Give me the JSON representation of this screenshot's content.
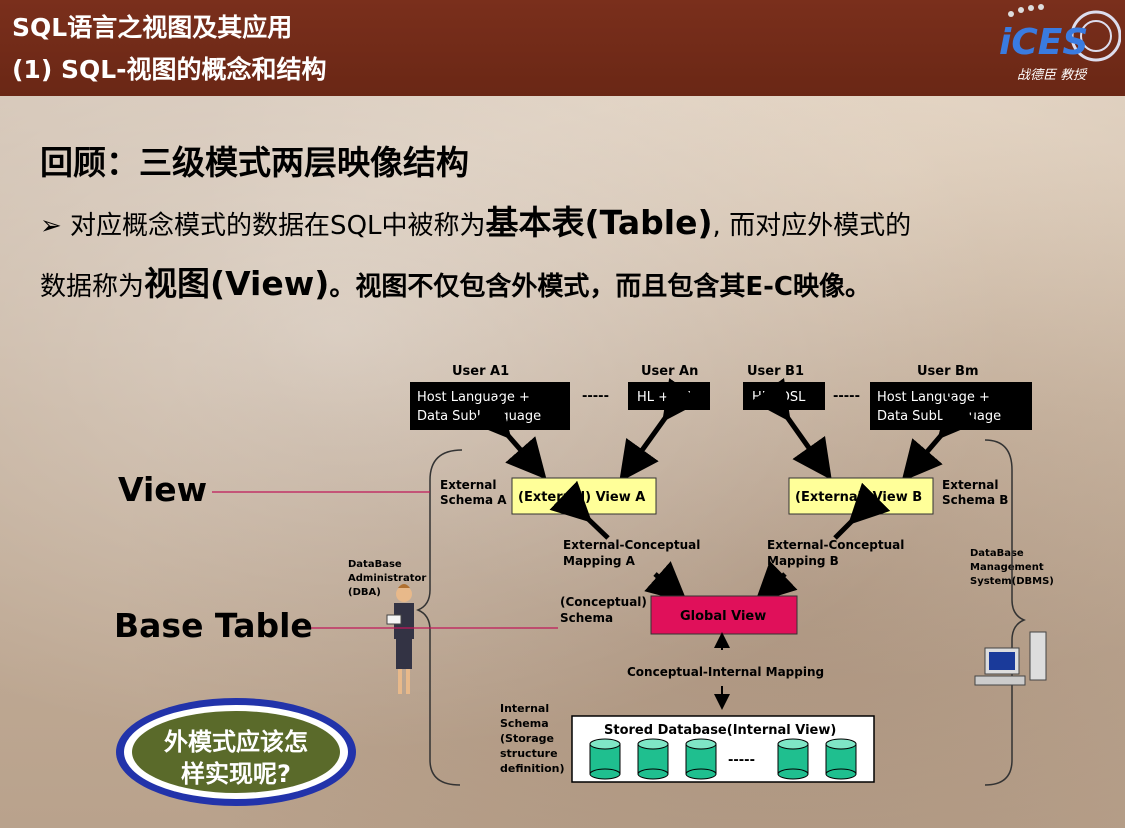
{
  "header": {
    "line1": "SQL语言之视图及其应用",
    "line2": "(1) SQL-视图的概念和结构",
    "logo_text": "iCES",
    "author": "战德臣 教授"
  },
  "title": "回顾：三级模式两层映像结构",
  "para1": {
    "bullet": "➢",
    "a": " 对应概念模式的数据在SQL中被称为",
    "b": "基本表(Table)",
    "c": ", 而对应外模式的"
  },
  "para2": {
    "a": "数据称为",
    "b": "视图(View)",
    "c": "。视图不仅包含外模式，而且包含其E-C映像。"
  },
  "labels": {
    "view": "View",
    "base": "Base Table"
  },
  "oval": {
    "line1": "外模式应该怎",
    "line2": "样实现呢?"
  },
  "diagram": {
    "user_a1": "User A1",
    "user_an": "User An",
    "user_b1": "User B1",
    "user_bm": "User Bm",
    "host_a1_l1": "Host Language +",
    "host_a1_l2": "Data SubLanguage",
    "hl_an": "HL +DSL",
    "hl_b1": "HL+DSL",
    "host_bm_l1": "Host Language +",
    "host_bm_l2": "Data SubLanguage",
    "dashes_top1": "-----",
    "dashes_top2": "-----",
    "ext_schema_a_l1": "External",
    "ext_schema_a_l2": "Schema  A",
    "ext_schema_b_l1": "External",
    "ext_schema_b_l2": "Schema  B",
    "view_a": "(External) View  A",
    "view_b": "(External) View  B",
    "ec_map_a_l1": "External-Conceptual",
    "ec_map_a_l2": "Mapping A",
    "ec_map_b_l1": "External-Conceptual",
    "ec_map_b_l2": "Mapping B",
    "dba_l1": "DataBase",
    "dba_l2": "Administrator",
    "dba_l3": "(DBA)",
    "dbms_l1": "DataBase",
    "dbms_l2": "Management",
    "dbms_l3": "System(DBMS)",
    "concept_schema_l1": "(Conceptual)",
    "concept_schema_l2": "Schema",
    "global_view": "Global View",
    "ci_map": "Conceptual-Internal Mapping",
    "internal_l1": "Internal",
    "internal_l2": "Schema",
    "internal_l3": "(Storage",
    "internal_l4": "structure",
    "internal_l5": "definition)",
    "stored_db": "Stored Database(Internal View)",
    "dashes_db": "-----"
  },
  "colors": {
    "header": "#6f2a18",
    "view_box": "#ffff99",
    "global_view": "#e0105a",
    "cylinder": "#1fbf8f",
    "oval": "#5a6a2a",
    "oval_ring": "#2233aa"
  }
}
